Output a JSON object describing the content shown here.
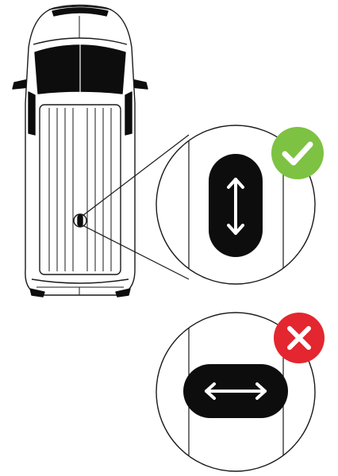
{
  "figure": {
    "subject": "van-roof-top-view",
    "correct_orientation": "vertical",
    "incorrect_orientation": "horizontal"
  },
  "badges": {
    "correct": {
      "icon": "check-icon",
      "color": "#7dc242"
    },
    "incorrect": {
      "icon": "cross-icon",
      "color": "#e3262f"
    }
  },
  "colors": {
    "line": "#1a1a1a",
    "glass": "#0d0d0d",
    "fill": "#ffffff"
  }
}
